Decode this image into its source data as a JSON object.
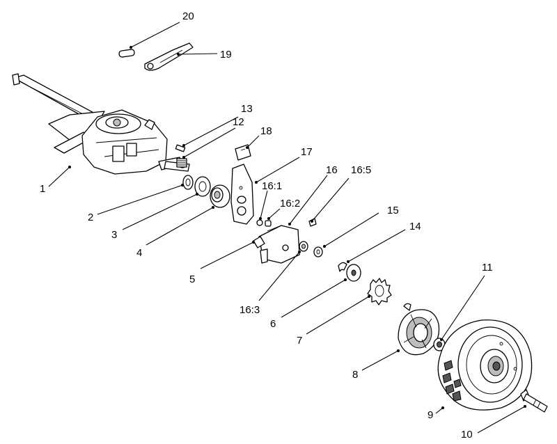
{
  "callouts": {
    "c1": "1",
    "c2": "2",
    "c3": "3",
    "c4": "4",
    "c5": "5",
    "c6": "6",
    "c7": "7",
    "c8": "8",
    "c9": "9",
    "c10": "10",
    "c11": "11",
    "c12": "12",
    "c13": "13",
    "c14": "14",
    "c15": "15",
    "c16": "16",
    "c16_1": "16:1",
    "c16_2": "16:2",
    "c16_3": "16:3",
    "c16_5": "16:5",
    "c17": "17",
    "c18": "18",
    "c19": "19",
    "c20": "20"
  },
  "colors": {
    "line": "#000000",
    "background": "#ffffff",
    "shade": "#bdbdbd"
  }
}
